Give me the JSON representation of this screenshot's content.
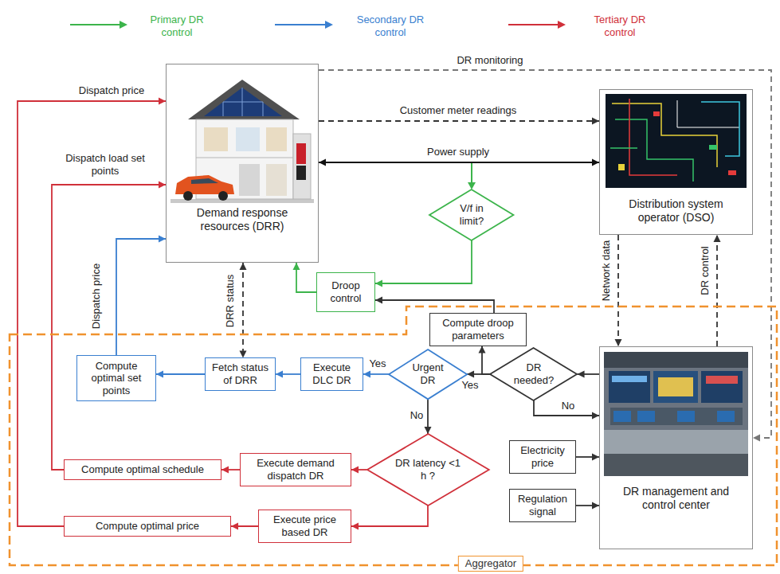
{
  "diagram": {
    "nodes": [
      {
        "text": [
          "Demand response resources (DRR)"
        ]
      },
      {
        "text": [
          "Distribution system operator (DSO)"
        ]
      },
      {
        "text": [
          "Droop control"
        ]
      },
      {
        "text": [
          "V/f in limit?"
        ]
      },
      {
        "text": [
          "Aggregator"
        ]
      },
      {
        "text": [
          "Compute droop parameters"
        ],
        "in": 4
      },
      {
        "text": [
          "DR needed?"
        ],
        "in": 4
      },
      {
        "text": [
          "Urgent DR"
        ],
        "in": 4
      },
      {
        "text": [
          "Execute DLC DR"
        ],
        "in": 4
      },
      {
        "text": [
          "Fetch status of DRR"
        ],
        "in": 4
      },
      {
        "text": [
          "Compute optimal set points"
        ],
        "in": 4
      },
      {
        "text": [
          "DR latency <1 h ?"
        ],
        "in": 4
      },
      {
        "text": [
          "Execute demand dispatch DR"
        ],
        "in": 4
      },
      {
        "text": [
          "Compute optimal schedule"
        ],
        "in": 4
      },
      {
        "text": [
          "Execute price based DR"
        ],
        "in": 4
      },
      {
        "text": [
          "Compute optimal price"
        ],
        "in": 4
      },
      {
        "text": [
          "DR management and control center"
        ],
        "in": 4
      },
      {
        "text": [
          "Electricity price"
        ],
        "in": 4
      },
      {
        "text": [
          "Regulation signal"
        ],
        "in": 4
      }
    ],
    "edges": [
      {
        "from": 15,
        "to": 0,
        "arrow": "to",
        "label": "Dispatch price"
      },
      {
        "from": 13,
        "to": 0,
        "arrow": "to",
        "label": "Dispatch load set points"
      },
      {
        "from": 10,
        "to": 0,
        "arrow": "to",
        "label": "Dispatch price"
      },
      {
        "from": 0,
        "to": 1,
        "arrow": "to",
        "label": "Customer meter readings"
      },
      {
        "from": 0,
        "to": 16,
        "arrow": "to",
        "label": "DR monitoring"
      },
      {
        "from": 0,
        "to": 1,
        "arrow": "both",
        "label": "Power supply"
      },
      {
        "from": 3,
        "to": 2,
        "arrow": "to"
      },
      {
        "from": 2,
        "to": 0,
        "arrow": "to"
      },
      {
        "from": 5,
        "to": 2,
        "arrow": "to"
      },
      {
        "from": 0,
        "to": 9,
        "arrow": "both",
        "label": "DRR status"
      },
      {
        "from": 1,
        "to": 16,
        "arrow": "to",
        "label": "Network data"
      },
      {
        "from": 16,
        "to": 1,
        "arrow": "to",
        "label": "DR control"
      },
      {
        "from": 16,
        "to": 6,
        "arrow": "to"
      },
      {
        "from": 6,
        "to": 16,
        "arrow": "to",
        "label": "No"
      },
      {
        "from": 6,
        "to": 7,
        "arrow": "to",
        "label": "Yes"
      },
      {
        "from": 6,
        "to": 5,
        "arrow": "to"
      },
      {
        "from": 7,
        "to": 8,
        "arrow": "to",
        "label": "Yes"
      },
      {
        "from": 8,
        "to": 9,
        "arrow": "to"
      },
      {
        "from": 9,
        "to": 10,
        "arrow": "to"
      },
      {
        "from": 7,
        "to": 11,
        "arrow": "to",
        "label": "No"
      },
      {
        "from": 11,
        "to": 12,
        "arrow": "to"
      },
      {
        "from": 12,
        "to": 13,
        "arrow": "to"
      },
      {
        "from": 11,
        "to": 14,
        "arrow": "to"
      },
      {
        "from": 14,
        "to": 15,
        "arrow": "to"
      },
      {
        "from": 17,
        "to": 16,
        "arrow": "to"
      },
      {
        "from": 18,
        "to": 16,
        "arrow": "to"
      }
    ],
    "legend": [
      {
        "text": "Primary DR control",
        "color": "#3cb44b"
      },
      {
        "text": "Secondary DR control",
        "color": "#3a7fd0"
      },
      {
        "text": "Tertiary DR control",
        "color": "#d0303a"
      }
    ]
  }
}
